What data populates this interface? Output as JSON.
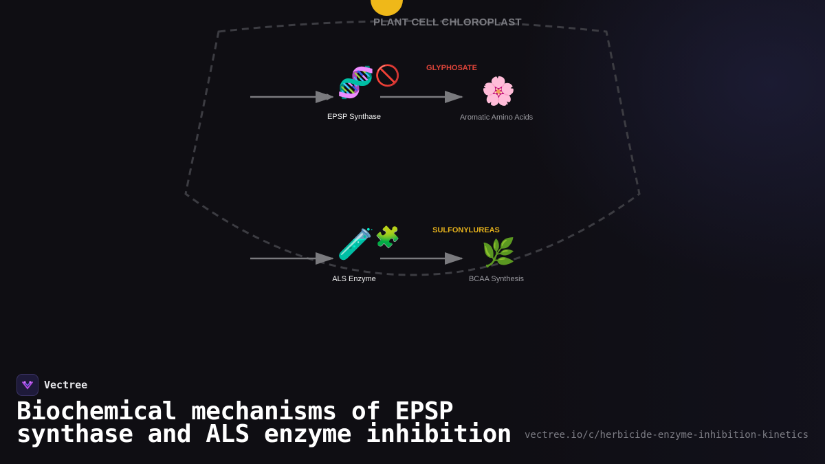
{
  "diagram": {
    "compartment_label": "PLANT CELL CHLOROPLAST",
    "pathways": [
      {
        "enzyme": {
          "label": "EPSP Synthase",
          "icon": "dna-icon",
          "glyph": "🧬"
        },
        "block": {
          "icon": "prohibited-icon",
          "glyph": "🚫"
        },
        "inhibitor": {
          "label": "GLYPHOSATE",
          "color": "#e0453a"
        },
        "product": {
          "label": "Aromatic Amino Acids",
          "icon": "flower-icon",
          "glyph": "🌸"
        }
      },
      {
        "enzyme": {
          "label": "ALS Enzyme",
          "icon": "test-tube-icon",
          "glyph": "🧪"
        },
        "block": {
          "icon": "puzzle-piece-icon",
          "glyph": "🧩"
        },
        "inhibitor": {
          "label": "SULFONYLUREAS",
          "color": "#e6b21c"
        },
        "product": {
          "label": "BCAA Synthesis",
          "icon": "herb-icon",
          "glyph": "🌿"
        }
      }
    ]
  },
  "footer": {
    "brand": "Vectree",
    "title": "Biochemical mechanisms of EPSP synthase and ALS enzyme inhibition",
    "url": "vectree.io/c/herbicide-enzyme-inhibition-kinetics"
  },
  "colors": {
    "sun": "#efb819",
    "arrow": "#7a7a7e",
    "outline": "#3c3c42"
  }
}
